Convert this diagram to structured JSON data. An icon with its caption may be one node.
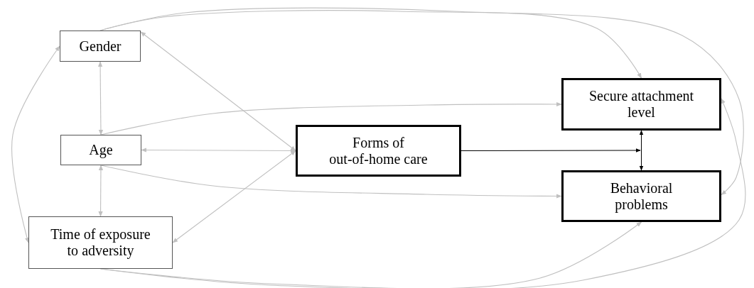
{
  "diagram": {
    "nodes": [
      {
        "text": [
          "Gender"
        ]
      },
      {
        "text": [
          "Age"
        ]
      },
      {
        "text": [
          "Time of exposure to adversity"
        ]
      },
      {
        "text": [
          "Forms of out-of-home care"
        ]
      },
      {
        "text": [
          "Secure attachment level"
        ]
      },
      {
        "text": [
          "Behavioral problems"
        ]
      }
    ],
    "edges": [
      {
        "from": 0,
        "to": 4,
        "arrow": "to"
      },
      {
        "from": 0,
        "to": 5,
        "arrow": "to"
      },
      {
        "from": 0,
        "to": 1,
        "arrow": "both"
      },
      {
        "from": 0,
        "to": 3,
        "arrow": "both"
      },
      {
        "from": 0,
        "to": 2,
        "arrow": "both"
      },
      {
        "from": 1,
        "to": 3,
        "arrow": "both"
      },
      {
        "from": 1,
        "to": 2,
        "arrow": "both"
      },
      {
        "from": 1,
        "to": 4,
        "arrow": "to"
      },
      {
        "from": 1,
        "to": 5,
        "arrow": "to"
      },
      {
        "from": 2,
        "to": 3,
        "arrow": "both"
      },
      {
        "from": 2,
        "to": 5,
        "arrow": "to"
      },
      {
        "from": 2,
        "to": 4,
        "arrow": "to"
      },
      {
        "from": 4,
        "to": 5,
        "arrow": "both",
        "color": "#000000"
      },
      {
        "from": 3,
        "to": null,
        "arrow": "to",
        "color": "#000000"
      }
    ]
  }
}
